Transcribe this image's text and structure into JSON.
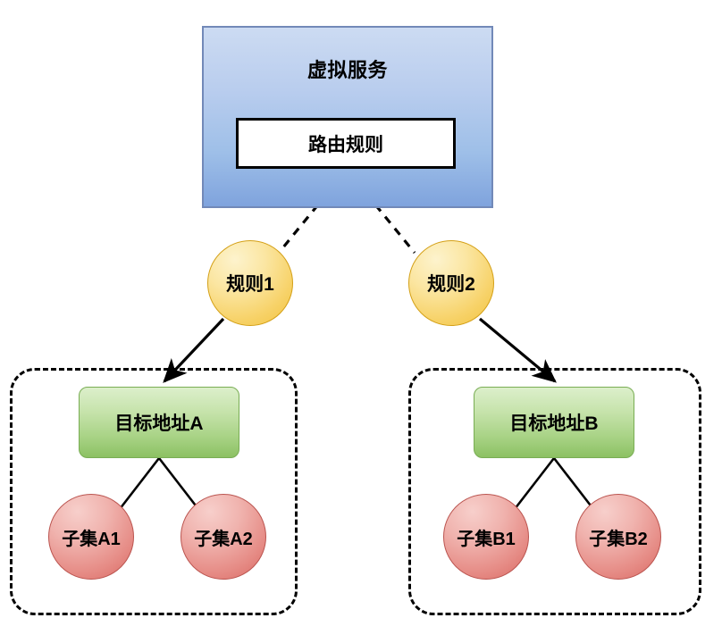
{
  "diagram": {
    "title_text": "虚拟服务",
    "virtual_service": {
      "label": "虚拟服务",
      "inner_box_label": "路由规则",
      "fill_top_color": "#ccdbf2",
      "fill_bottom_color": "#7fa3dd",
      "border_color": "#7289b8"
    },
    "rules": [
      {
        "label": "规则1",
        "fill_color": "#f2c33f",
        "border_color": "#d4a017"
      },
      {
        "label": "规则2",
        "fill_color": "#f2c33f",
        "border_color": "#d4a017"
      }
    ],
    "groups": [
      {
        "name": "group-a",
        "destination": {
          "label": "目标地址A",
          "fill_color": "#8cc163",
          "border_color": "#79ad54"
        },
        "subsets": [
          {
            "label": "子集A1",
            "fill_color": "#da6963",
            "border_color": "#bb5550"
          },
          {
            "label": "子集A2",
            "fill_color": "#da6963",
            "border_color": "#bb5550"
          }
        ]
      },
      {
        "name": "group-b",
        "destination": {
          "label": "目标地址B",
          "fill_color": "#8cc163",
          "border_color": "#79ad54"
        },
        "subsets": [
          {
            "label": "子集B1",
            "fill_color": "#da6963",
            "border_color": "#bb5550"
          },
          {
            "label": "子集B2",
            "fill_color": "#da6963",
            "border_color": "#bb5550"
          }
        ]
      }
    ],
    "connectors": {
      "dashed_color": "#000000",
      "solid_color": "#000000"
    }
  }
}
